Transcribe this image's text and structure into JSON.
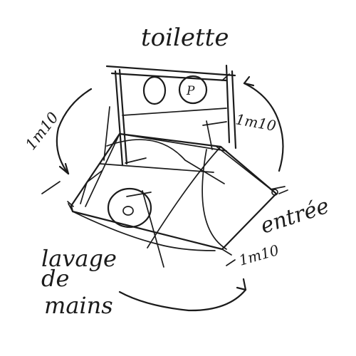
{
  "labels": {
    "toilette": "toilette",
    "dim_left": "1m10",
    "dim_right": "1m10",
    "dim_bottom": "1m10",
    "entree": "entrée",
    "lavage_line1": "lavage",
    "lavage_line2": "de",
    "lavage_line3": "mains",
    "toilet_symbol": "P"
  },
  "colors": {
    "ink": "#1b1b1b",
    "paper": "#ffffff"
  }
}
